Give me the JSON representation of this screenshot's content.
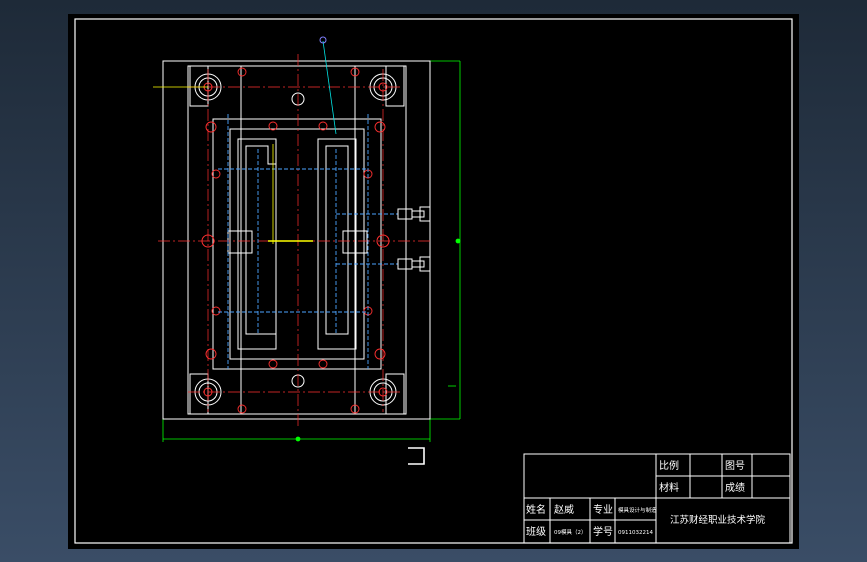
{
  "title_block": {
    "ratio_label": "比例",
    "drawing_no_label": "图号",
    "material_label": "材料",
    "grade_label": "成绩",
    "name_label": "姓名",
    "name_value": "赵威",
    "major_label": "专业",
    "major_value": "模具设计与制造",
    "class_label": "班级",
    "class_value": "09模具（2）",
    "student_no_label": "学号",
    "student_no_value": "0911032214",
    "school": "江苏财经职业技术学院"
  },
  "colors": {
    "background": "#000000",
    "outline": "#ffffff",
    "dimension": "#00ff00",
    "center_line": "#ff3030",
    "hidden_line": "#4da3ff",
    "accent": "#ffff00"
  }
}
